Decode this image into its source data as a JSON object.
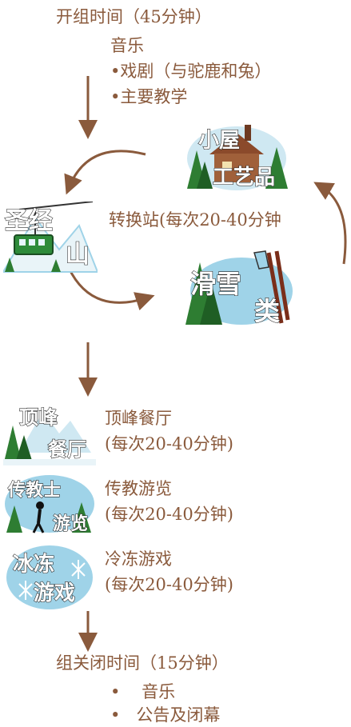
{
  "opening": {
    "title": "开组时间（45分钟）",
    "items": [
      "音乐",
      "•戏剧（与驼鹿和兔）",
      "•主要教学"
    ]
  },
  "rotation": {
    "station_label": "转换站(每次20-40分钟",
    "icons": {
      "cabin": [
        "小屋",
        "工艺品"
      ],
      "mountain": [
        "圣经",
        "山"
      ],
      "ski": [
        "滑雪",
        "类"
      ]
    }
  },
  "sessions": [
    {
      "icon_lines": [
        "顶峰",
        "餐厅"
      ],
      "title": "顶峰餐厅",
      "duration": "(每次20-40分钟)"
    },
    {
      "icon_lines": [
        "传教士",
        "游览"
      ],
      "title": "传教游览",
      "duration": "(每次20-40分钟)"
    },
    {
      "icon_lines": [
        "冰冻",
        "游戏"
      ],
      "title": "冷冻游戏",
      "duration": "(每次20-40分钟)"
    }
  ],
  "closing": {
    "title": "组关闭时间（15分钟）",
    "items": [
      "•    音乐",
      "•   公告及闭幕"
    ]
  },
  "colors": {
    "text": "#8a5a3c",
    "arrow": "#8a5a3c",
    "sky": "#9fd3e8",
    "tree": "#2e7d32"
  }
}
